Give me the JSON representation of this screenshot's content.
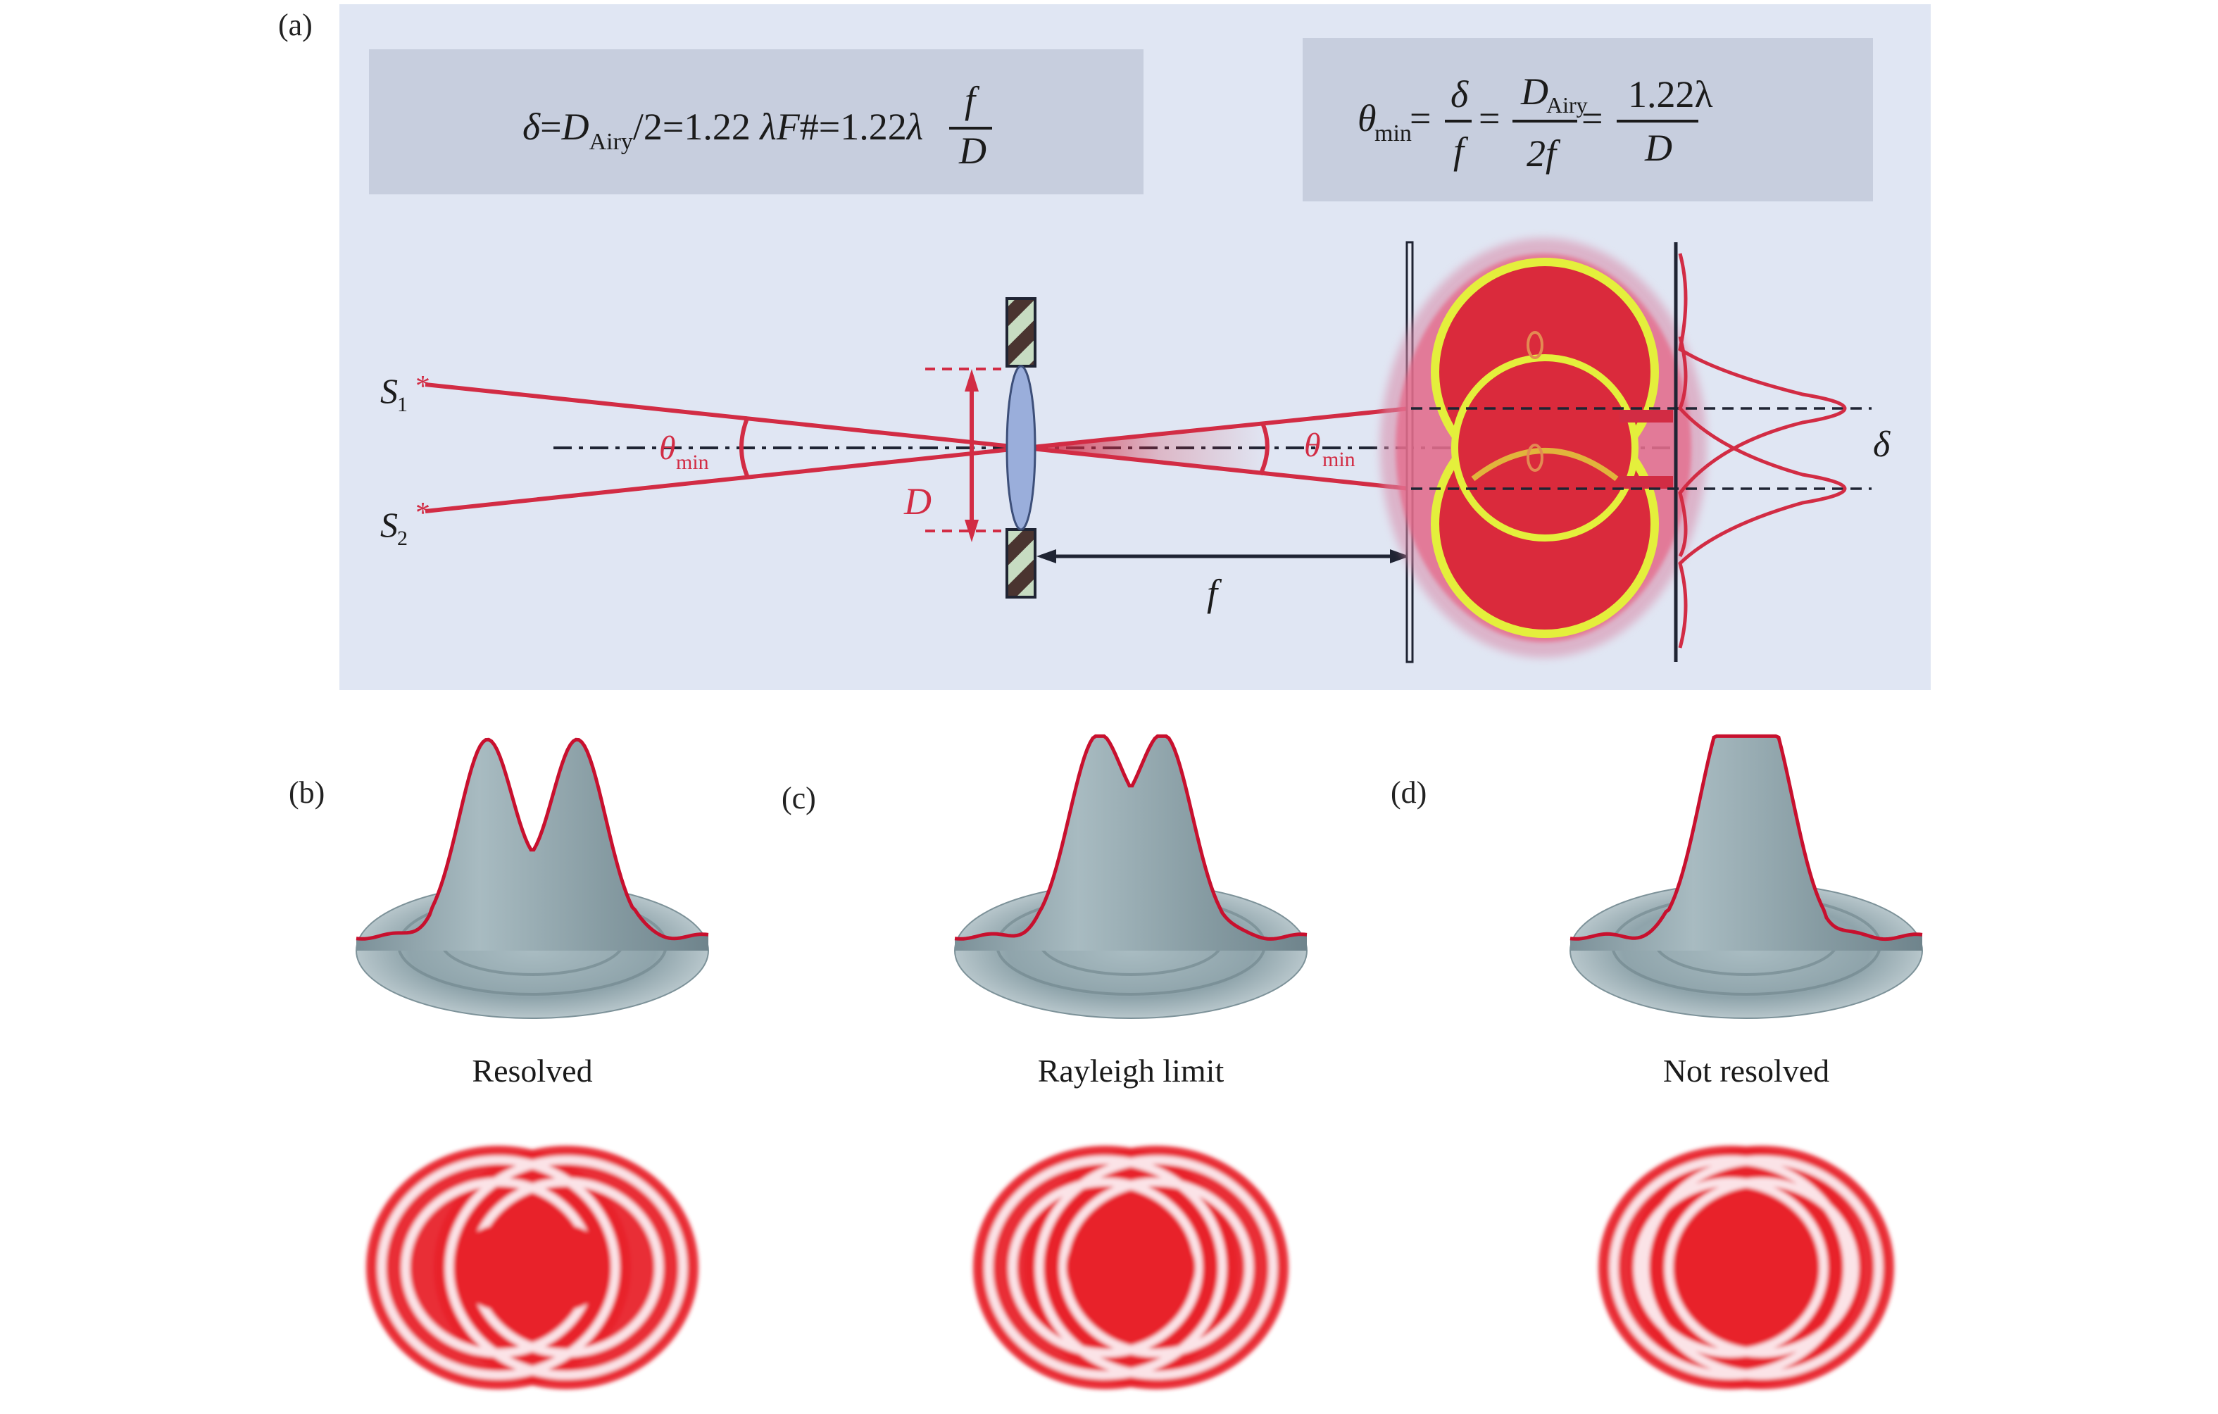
{
  "figure": {
    "colors": {
      "panel_bg": "#e0e6f3",
      "formula_box_bg": "#c7cede",
      "ray_red": "#d22c44",
      "axis_dark": "#1f2433",
      "lens_fill": "#9aaedb",
      "aperture_dark": "#4a3430",
      "aperture_light": "#c7dcc2",
      "airy_red": "#e8212c",
      "ring_yellow": "#e4ef3c",
      "surface_gray": "#8ea3ab"
    },
    "panel_a": {
      "label": "(a)",
      "formula_left": {
        "delta": "δ",
        "eq1": "=",
        "D": "D",
        "Airy_sub": "Airy",
        "mid": "/2=1.22 ",
        "lambda": "λ",
        "F": "F",
        "hash_eq": "#=1.22",
        "lambda2": "λ",
        "frac_num": "f",
        "frac_den": "D"
      },
      "formula_right": {
        "theta": "θ",
        "min_sub": "min",
        "eq": "=",
        "f1_num": "δ",
        "f1_den": "f",
        "f2_num_D": "D",
        "f2_num_sub": "Airy",
        "f2_den": "2f",
        "f3_num": "1.22λ",
        "f3_den": "D"
      },
      "labels": {
        "S1": "S",
        "S1_sub": "1",
        "S2": "S",
        "S2_sub": "2",
        "star": "*",
        "theta_left": "θ",
        "theta_left_sub": "min",
        "theta_right": "θ",
        "theta_right_sub": "min",
        "D": "D",
        "f": "f",
        "delta": "δ"
      }
    },
    "panels": [
      {
        "label": "(b)",
        "caption": "Resolved",
        "state": "resolved"
      },
      {
        "label": "(c)",
        "caption": "Rayleigh limit",
        "state": "rayleigh"
      },
      {
        "label": "(d)",
        "caption": "Not resolved",
        "state": "unresolved"
      }
    ]
  }
}
